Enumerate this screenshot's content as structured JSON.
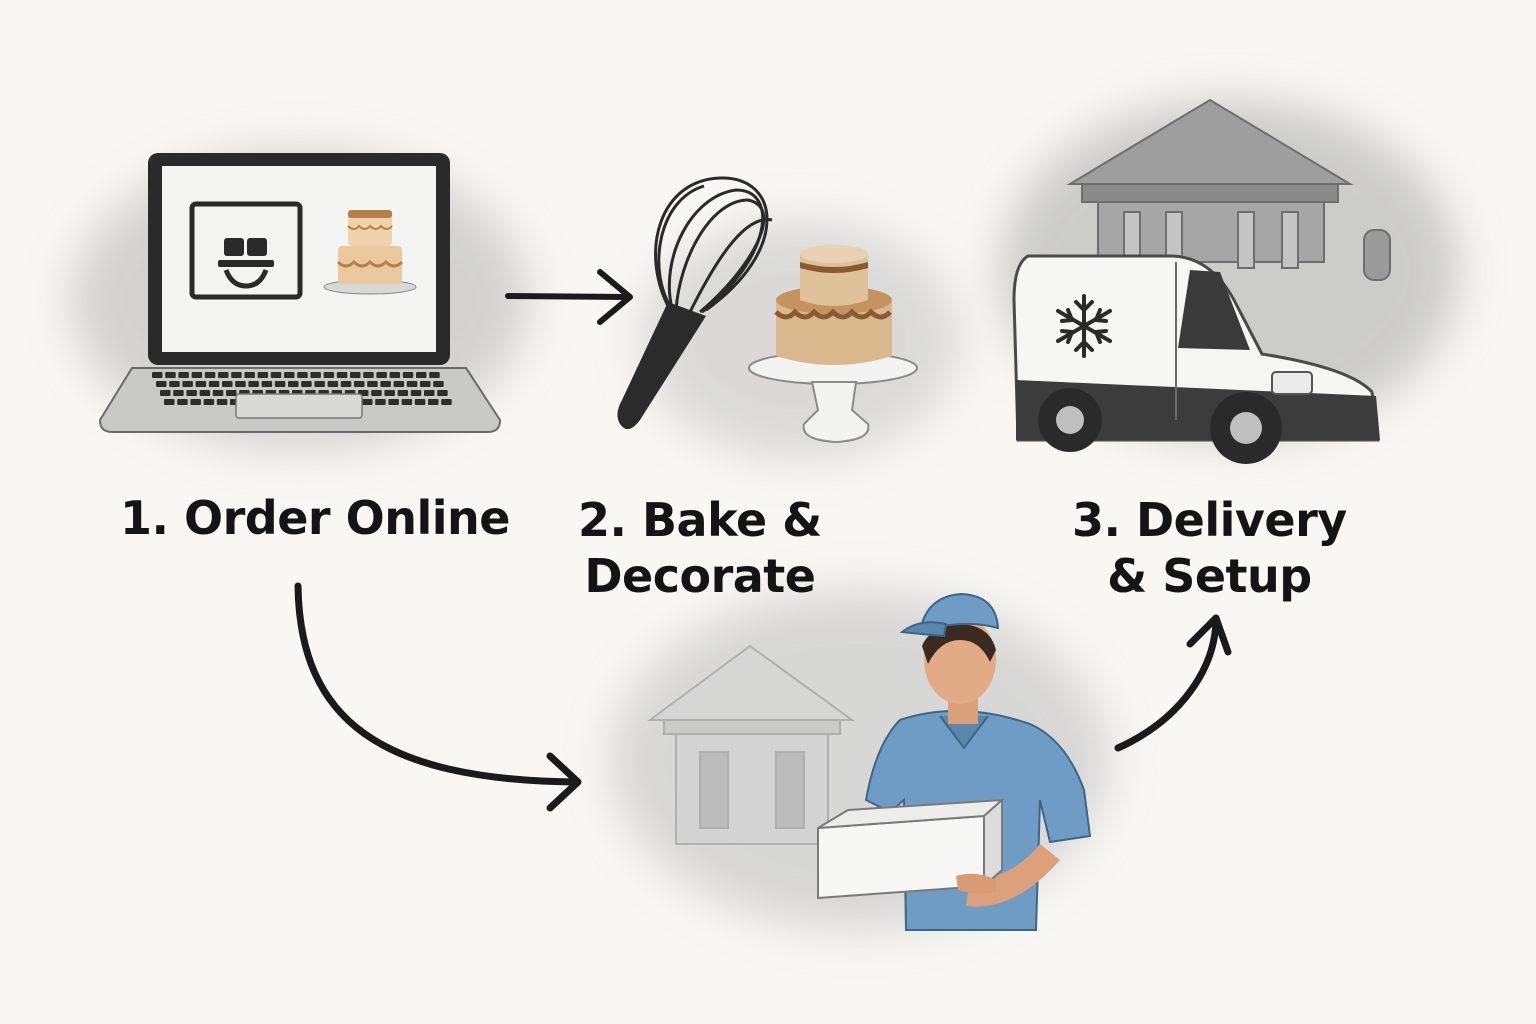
{
  "steps": [
    {
      "label_line1": "1. Order Online",
      "label_line2": ""
    },
    {
      "label_line1": "2. Bake &",
      "label_line2": "Decorate"
    },
    {
      "label_line1": "3. Delivery",
      "label_line2": "& Setup"
    }
  ],
  "icons": [
    "laptop-icon",
    "whisk-icon",
    "cake-icon",
    "venue-building-icon",
    "delivery-van-icon",
    "snowflake-icon",
    "delivery-person-icon",
    "cake-box-icon"
  ],
  "colors": {
    "background": "#f8f7f3",
    "text": "#141414",
    "arrow": "#1a1a1a",
    "cake_sponge": "#d9b88e",
    "cake_frosting": "#8a5a33",
    "uniform_blue": "#6f9cc4",
    "wash_gray": "#9a9a9a"
  }
}
